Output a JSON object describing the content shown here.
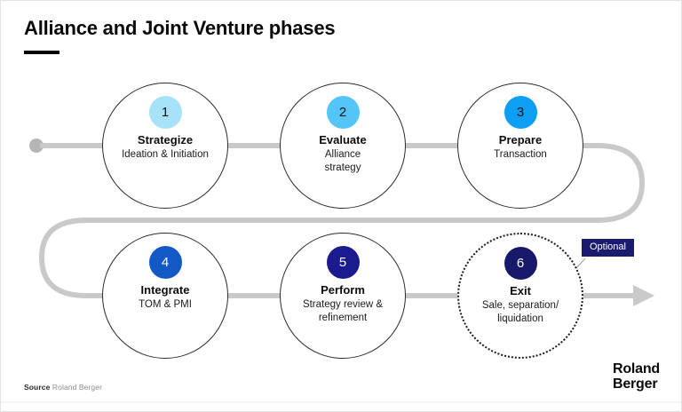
{
  "header": {
    "title": "Alliance and Joint Venture phases"
  },
  "flow": {
    "nodes": [
      {
        "number": "1",
        "title": "Strategize",
        "subtitle": "Ideation & Initiation",
        "badge_color": "#a8e2f8",
        "badge_text_color": "#111111",
        "border_style": "solid"
      },
      {
        "number": "2",
        "title": "Evaluate",
        "subtitle": "Alliance strategy",
        "badge_color": "#54c5f8",
        "badge_text_color": "#111111",
        "border_style": "solid"
      },
      {
        "number": "3",
        "title": "Prepare",
        "subtitle": "Transaction",
        "badge_color": "#0d9ef5",
        "badge_text_color": "#111111",
        "border_style": "solid"
      },
      {
        "number": "4",
        "title": "Integrate",
        "subtitle": "TOM & PMI",
        "badge_color": "#1259c6",
        "badge_text_color": "#ffffff",
        "border_style": "solid"
      },
      {
        "number": "5",
        "title": "Perform",
        "subtitle": "Strategy review & refinement",
        "badge_color": "#1b1b8f",
        "badge_text_color": "#ffffff",
        "border_style": "solid"
      },
      {
        "number": "6",
        "title": "Exit",
        "subtitle": "Sale, separation/ liquidation",
        "badge_color": "#18186b",
        "badge_text_color": "#ffffff",
        "border_style": "dotted"
      }
    ],
    "callout": {
      "label": "Optional",
      "background": "#1a1a6e",
      "text_color": "#ffffff"
    },
    "connector_color": "#c9c9c9",
    "start_marker_color": "#b5b5b5"
  },
  "footer": {
    "source_label": "Source",
    "source_value": "Roland Berger",
    "logo_line1": "Roland",
    "logo_line2": "Berger"
  }
}
